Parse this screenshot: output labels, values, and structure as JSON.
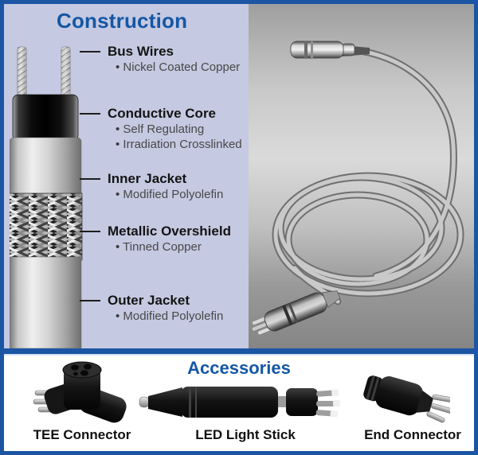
{
  "colors": {
    "frame_blue": "#1b55a4",
    "title_blue": "#1457a5",
    "construction_panel_bg": "#c5c9e1",
    "photo_panel_gray": "#9f9f9f",
    "heading_text": "#141414",
    "bullet_text": "#484848",
    "accessories_bg": "#ffffff"
  },
  "construction": {
    "title": "Construction",
    "labels": [
      {
        "heading": "Bus Wires",
        "bullets": [
          "Nickel Coated Copper"
        ]
      },
      {
        "heading": "Conductive Core",
        "bullets": [
          "Self Regulating",
          "Irradiation Crosslinked"
        ]
      },
      {
        "heading": "Inner Jacket",
        "bullets": [
          "Modified Polyolefin"
        ]
      },
      {
        "heading": "Metallic Overshield",
        "bullets": [
          "Tinned Copper"
        ]
      },
      {
        "heading": "Outer Jacket",
        "bullets": [
          "Modified Polyolefin"
        ]
      }
    ]
  },
  "accessories": {
    "title": "Accessories",
    "items": [
      {
        "label": "TEE Connector"
      },
      {
        "label": "LED Light Stick"
      },
      {
        "label": "End Connector"
      }
    ]
  }
}
